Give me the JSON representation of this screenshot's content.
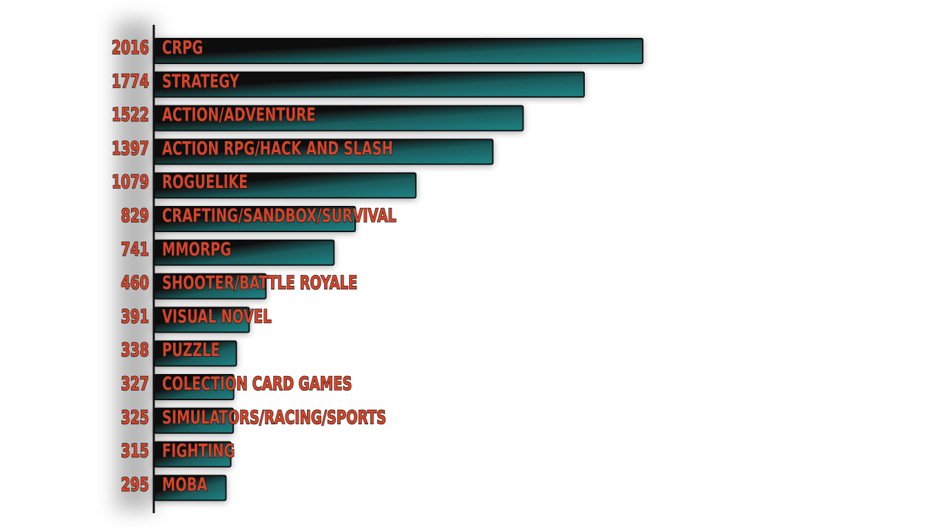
{
  "chart_data": {
    "type": "bar",
    "orientation": "horizontal",
    "title": "",
    "xlabel": "",
    "ylabel": "",
    "categories": [
      "CRPG",
      "STRATEGY",
      "ACTION/ADVENTURE",
      "ACTION RPG/HACK AND SLASH",
      "ROGUELIKE",
      "CRAFTING/SANDBOX/SURVIVAL",
      "MMORPG",
      "SHOOTER/BATTLE ROYALE",
      "VISUAL NOVEL",
      "PUZZLE",
      "COLECTION CARD GAMES",
      "SIMULATORS/RACING/SPORTS",
      "FIGHTING",
      "MOBA"
    ],
    "values": [
      2016,
      1774,
      1522,
      1397,
      1079,
      829,
      741,
      460,
      391,
      338,
      327,
      325,
      315,
      295
    ],
    "value_labels": [
      "2016",
      "1774",
      "1522",
      "1397",
      "1079",
      "829",
      "741",
      "460",
      "391",
      "338",
      "327",
      "325",
      "315",
      "295"
    ],
    "xlim": [
      0,
      2016
    ],
    "grid": false,
    "colors": {
      "bar_dark": "#0d0d0d",
      "bar_teal": "#1c7a7c",
      "label": "#d4452a",
      "outline": "#111111"
    }
  }
}
